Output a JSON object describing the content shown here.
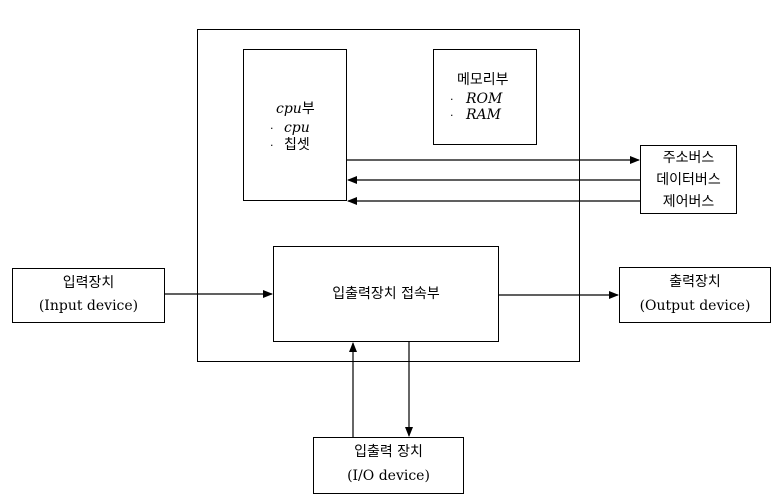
{
  "cpu_unit": {
    "title_latin": "cpu",
    "title_korean": "부",
    "items": [
      "cpu",
      "칩셋"
    ]
  },
  "memory_unit": {
    "title": "메모리부",
    "items": [
      "ROM",
      "RAM"
    ]
  },
  "buses": [
    "주소버스",
    "데이터버스",
    "제어버스"
  ],
  "io_interface": {
    "label": "입출력장치 접속부"
  },
  "input_device": {
    "label": "입력장치",
    "label_en": "(Input device)"
  },
  "output_device": {
    "label": "출력장치",
    "label_en": "(Output device)"
  },
  "io_device": {
    "label": "입출력 장치",
    "label_en": "(I/O device)"
  },
  "bullet": "·"
}
